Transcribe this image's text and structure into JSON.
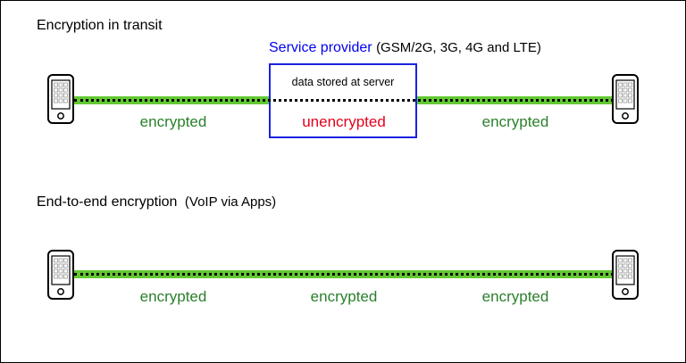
{
  "colors": {
    "link": "#63c832",
    "provider": "#0000ee",
    "server_border": "#1a22e0",
    "encrypted": "#2a7f2a",
    "unencrypted": "#e3001b"
  },
  "transit": {
    "title": "Encryption in transit",
    "provider_name": "Service provider",
    "provider_networks": "(GSM/2G, 3G, 4G and LTE)",
    "server_note": "data stored at server",
    "left_label": "encrypted",
    "middle_label": "unencrypted",
    "right_label": "encrypted"
  },
  "e2e": {
    "title": "End-to-end encryption",
    "subtitle": "(VoIP via Apps)",
    "left_label": "encrypted",
    "middle_label": "encrypted",
    "right_label": "encrypted"
  },
  "icons": {
    "device": "smartphone-icon"
  }
}
